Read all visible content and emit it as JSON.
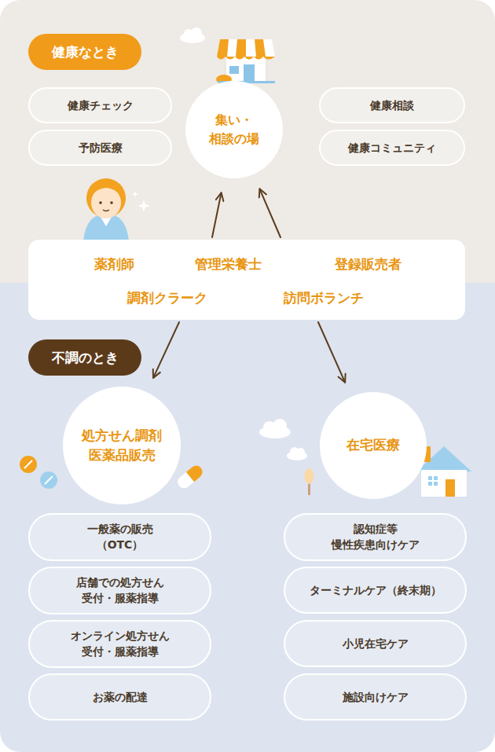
{
  "diagram": {
    "nodes": [
      {
        "text": [
          "健康なとき"
        ]
      },
      {
        "text": [
          "健康チェック"
        ]
      },
      {
        "text": [
          "予防医療"
        ]
      },
      {
        "text": [
          "集い・ 相談の場"
        ]
      },
      {
        "text": [
          "健康相談"
        ]
      },
      {
        "text": [
          "健康コミュニティ"
        ]
      },
      {
        "text": [
          "薬剤師",
          "管理栄養士",
          "登録販売者",
          "調剤クラーク",
          "訪問ボランチ"
        ]
      },
      {
        "text": [
          "不調のとき"
        ]
      },
      {
        "text": [
          "処方せん調剤 医薬品販売"
        ]
      },
      {
        "text": [
          "在宅医療"
        ]
      },
      {
        "text": [
          "一般薬の販売 （OTC）"
        ]
      },
      {
        "text": [
          "店舗での処方せん 受付・服薬指導"
        ]
      },
      {
        "text": [
          "オンライン処方せん 受付・服薬指導"
        ]
      },
      {
        "text": [
          "お薬の配達"
        ]
      },
      {
        "text": [
          "認知症等 慢性疾患向けケア"
        ]
      },
      {
        "text": [
          "ターミナルケア（終末期）"
        ]
      },
      {
        "text": [
          "小児在宅ケア"
        ]
      },
      {
        "text": [
          "施設向けケア"
        ]
      }
    ],
    "edges": [
      {
        "from": 6,
        "to": 3,
        "arrow": "to"
      },
      {
        "from": 6,
        "to": 3,
        "arrow": "to"
      },
      {
        "from": 6,
        "to": 8,
        "arrow": "to"
      },
      {
        "from": 6,
        "to": 9,
        "arrow": "to"
      }
    ]
  }
}
